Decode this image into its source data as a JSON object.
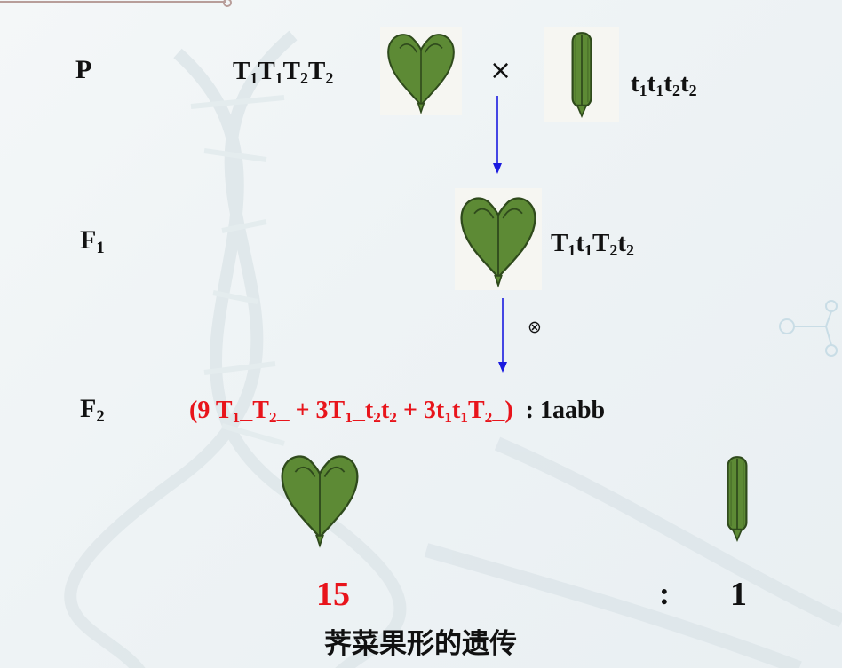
{
  "generations": {
    "p": "P",
    "f1": "F",
    "f1_sub": "1",
    "f2": "F",
    "f2_sub": "2"
  },
  "parents": {
    "dominant": [
      "T",
      "1",
      "T",
      "1",
      "T",
      "2",
      "T",
      "2"
    ],
    "cross_symbol": "×",
    "recessive": [
      "t",
      "1",
      "t",
      "1",
      "t",
      "2",
      "t",
      "2"
    ]
  },
  "f1_genotype": [
    "T",
    "1",
    "t",
    "1",
    "T",
    "2",
    "t",
    "2"
  ],
  "selfing_symbol": "⊗",
  "f2_formula": {
    "open": "(9 ",
    "t1a": "T",
    "s1a": "1",
    "u1": "_",
    "t2a": "T",
    "s2a": "2",
    "u2": "_",
    "plus1": " + 3",
    "t1b": "T",
    "s1b": "1",
    "u3": "_",
    "t2b": "t",
    "s2b": "2",
    "t2c": "t",
    "s2c": "2",
    "plus2": " + 3",
    "t1c": "t",
    "s1c": "1",
    "t1d": "t",
    "s1d": "1",
    "t2d": "T",
    "s2d": "2",
    "u4": "_",
    "close": ")",
    "rest": ": 1aabb"
  },
  "ratio": {
    "left": "15",
    "colon": ":",
    "right": "1"
  },
  "title": "荠菜果形的遗传",
  "colors": {
    "highlight": "#e8141b",
    "arrow": "#1a1adf",
    "leaf": "#5d8a35"
  }
}
